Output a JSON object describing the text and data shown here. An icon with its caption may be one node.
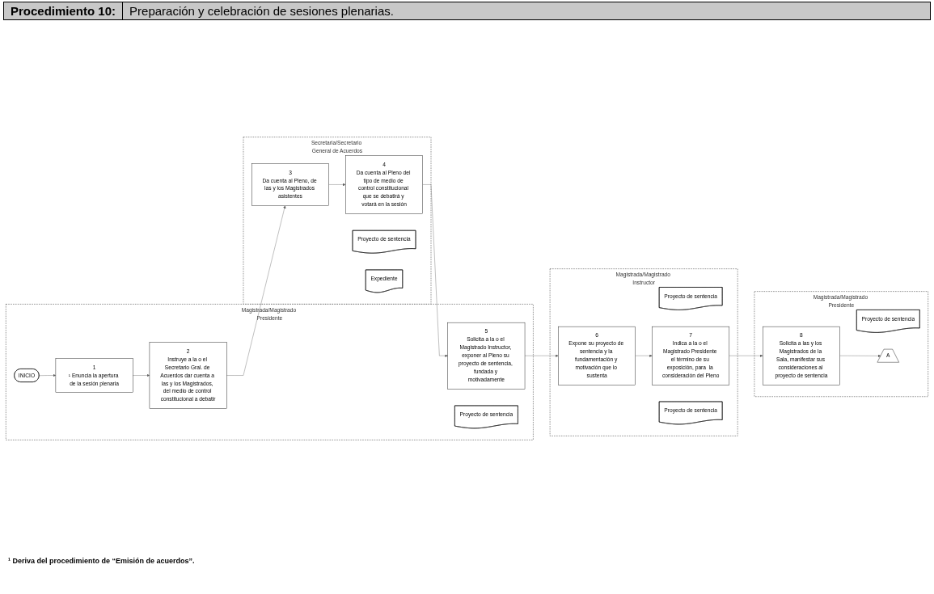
{
  "diagram": {
    "title": "Procedimiento 10:",
    "nodes": [
      {
        "text": [
          "Magistrada/Magistrado Presidente"
        ]
      },
      {
        "text": [
          "INICIO"
        ],
        "in": 0
      },
      {
        "text": [
          "1",
          "¹ Enuncia la apertura de la sesión plenaria"
        ],
        "in": 0
      },
      {
        "text": [
          "2",
          "Instruye a la o el Secretario Gral. de Acuerdos dar cuenta a las y los Magistrados, del medio de control constitucional a debatir"
        ],
        "in": 0
      },
      {
        "text": [
          "5",
          "Solicita a la o el Magistrado Instructor, exponer al Pleno su proyecto de sentencia, fundada y motivadamente"
        ],
        "in": 0
      },
      {
        "text": [
          "Proyecto de sentencia"
        ],
        "in": 0
      },
      {
        "text": [
          "Secretaria/Secretario General de Acuerdos"
        ]
      },
      {
        "text": [
          "3",
          "Da cuenta al Pleno, de las y los Magistrados asistentes"
        ],
        "in": 6
      },
      {
        "text": [
          "4",
          "Da cuenta al Pleno del tipo de medio de control constitucional que se debatirá y votará en la sesión"
        ],
        "in": 6
      },
      {
        "text": [
          "Proyecto de sentencia"
        ],
        "in": 6
      },
      {
        "text": [
          "Expediente"
        ],
        "in": 6
      },
      {
        "text": [
          "Magistrada/Magistrado Instructor"
        ]
      },
      {
        "text": [
          "6",
          "Expone su proyecto de sentencia y la fundamentación y motivación que lo sustenta"
        ],
        "in": 11
      },
      {
        "text": [
          "Proyecto de sentencia"
        ],
        "in": 11
      },
      {
        "text": [
          "7",
          "Indica a la o el Magistrado Presidente el término de su exposición, para  la consideración del Pleno"
        ],
        "in": 11
      },
      {
        "text": [
          "Proyecto de sentencia"
        ],
        "in": 11
      },
      {
        "text": [
          "Magistrada/Magistrado Presidente"
        ]
      },
      {
        "text": [
          "8",
          "Solicita a las y los Magistrados de la Sala, manifestar sus consideraciones al proyecto de sentencia"
        ],
        "in": 16
      },
      {
        "text": [
          "Proyecto de sentencia"
        ],
        "in": 16
      },
      {
        "text": [
          "A"
        ],
        "in": 16
      }
    ],
    "edges": [
      {
        "from": 1,
        "to": 2,
        "arrow": "to"
      },
      {
        "from": 2,
        "to": 3,
        "arrow": "to"
      },
      {
        "from": 3,
        "to": 7,
        "arrow": "to"
      },
      {
        "from": 7,
        "to": 8,
        "arrow": "to"
      },
      {
        "from": 8,
        "to": 4,
        "arrow": "to"
      },
      {
        "from": 4,
        "to": 12,
        "arrow": "to"
      },
      {
        "from": 12,
        "to": 14,
        "arrow": "to"
      },
      {
        "from": 14,
        "to": 17,
        "arrow": "to"
      },
      {
        "from": 17,
        "to": 19,
        "arrow": "to"
      }
    ],
    "labels": [
      "Preparación y celebración de sesiones plenarias.",
      "¹ Deriva del procedimiento de “Emisión de acuerdos”."
    ]
  }
}
